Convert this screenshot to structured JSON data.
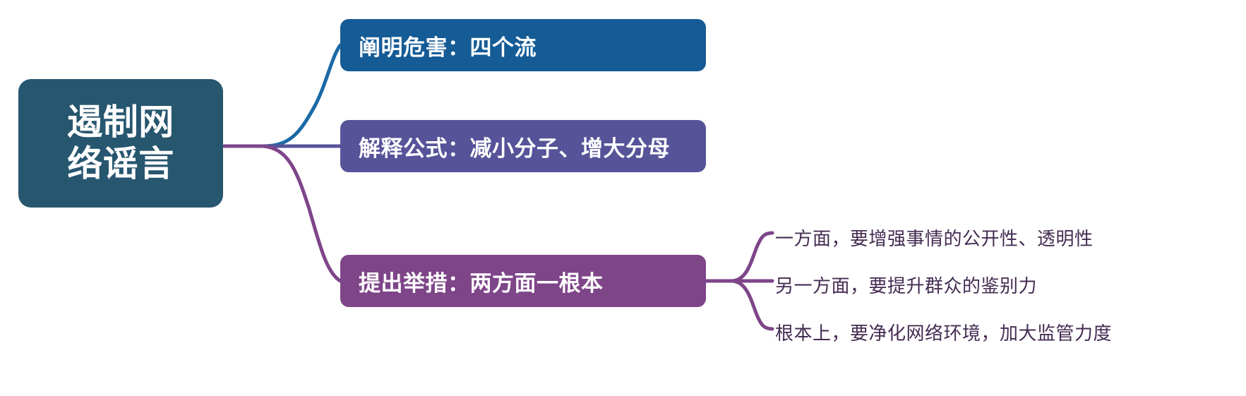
{
  "diagram": {
    "type": "mind-map",
    "background_color": "#ffffff",
    "root": {
      "label": "遏制网络谣言",
      "line1": "遏制网",
      "line2": "络谣言",
      "color": "#27566f",
      "text_color": "#ffffff"
    },
    "branches": [
      {
        "label": "阐明危害：四个流",
        "color": "#155b96",
        "text_color": "#ffffff",
        "connector_color": "#1a6aa6",
        "children": []
      },
      {
        "label": "解释公式：减小分子、增大分母",
        "color": "#575399",
        "text_color": "#ffffff",
        "connector_color": "#575399",
        "children": []
      },
      {
        "label": "提出举措：两方面一根本",
        "color": "#7e4589",
        "text_color": "#ffffff",
        "connector_color": "#7e4589",
        "children": [
          {
            "label": "一方面，要增强事情的公开性、透明性",
            "text_color": "#442c52"
          },
          {
            "label": "另一方面，要提升群众的鉴别力",
            "text_color": "#442c52"
          },
          {
            "label": "根本上，要净化网络环境，加大监管力度",
            "text_color": "#442c52"
          }
        ]
      }
    ]
  }
}
